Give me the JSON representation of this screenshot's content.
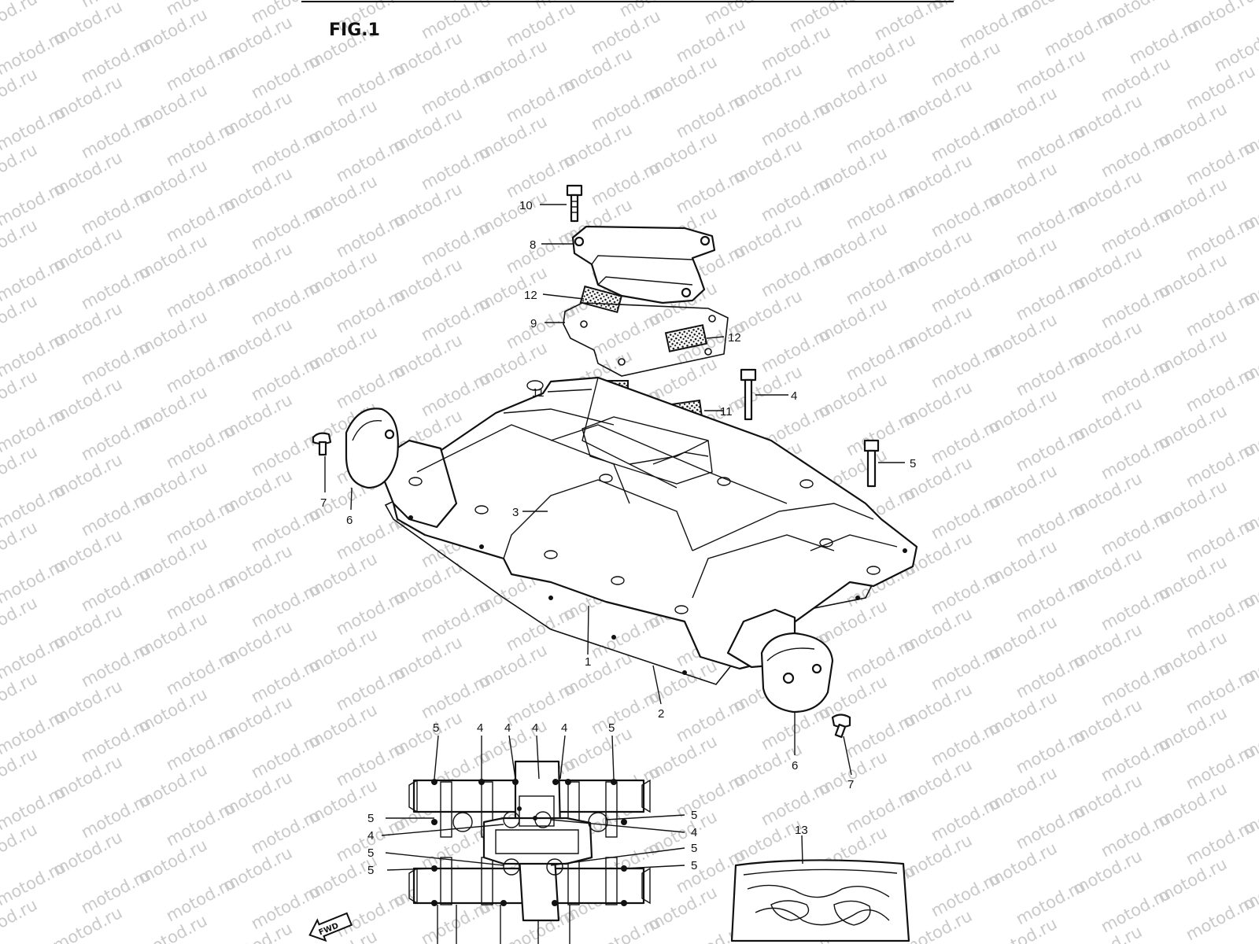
{
  "watermark": "motod.ru",
  "figure_title": "FIG.1",
  "callouts": {
    "c10": "10",
    "c8": "8",
    "c12a": "12",
    "c9": "9",
    "c12b": "12",
    "c11a": "11",
    "c11b": "11",
    "c4": "4",
    "c5": "5",
    "c7a": "7",
    "c6a": "6",
    "c3": "3",
    "c1": "1",
    "c2": "2",
    "c6b": "6",
    "c7b": "7",
    "c13": "13"
  },
  "tightening_diagram": {
    "top": [
      "5",
      "4",
      "4",
      "4",
      "4",
      "5"
    ],
    "left": [
      "5",
      "4",
      "5",
      "5"
    ],
    "right": [
      "5",
      "4",
      "5",
      "5"
    ]
  },
  "fwd_label": "FWD"
}
